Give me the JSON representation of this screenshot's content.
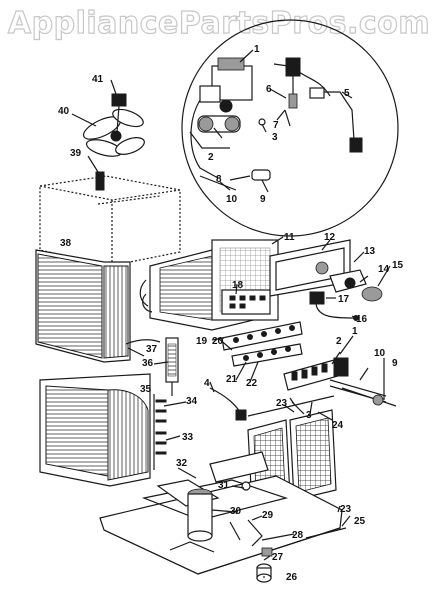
{
  "watermark": "AppliancePartsPros.com",
  "callouts": [
    "1",
    "2",
    "3",
    "4",
    "5",
    "6",
    "7",
    "8",
    "9",
    "10",
    "11",
    "12",
    "13",
    "14",
    "15",
    "16",
    "17",
    "18",
    "19",
    "20",
    "21",
    "22",
    "23",
    "24",
    "25",
    "26",
    "27",
    "28",
    "29",
    "30",
    "31",
    "32",
    "33",
    "34",
    "35",
    "36",
    "37",
    "38",
    "39",
    "40",
    "41"
  ],
  "extra_callouts": {
    "c1b": "1",
    "c2b": "2",
    "c3b": "3",
    "c9b": "9",
    "c10b": "10",
    "c23b": "23"
  }
}
